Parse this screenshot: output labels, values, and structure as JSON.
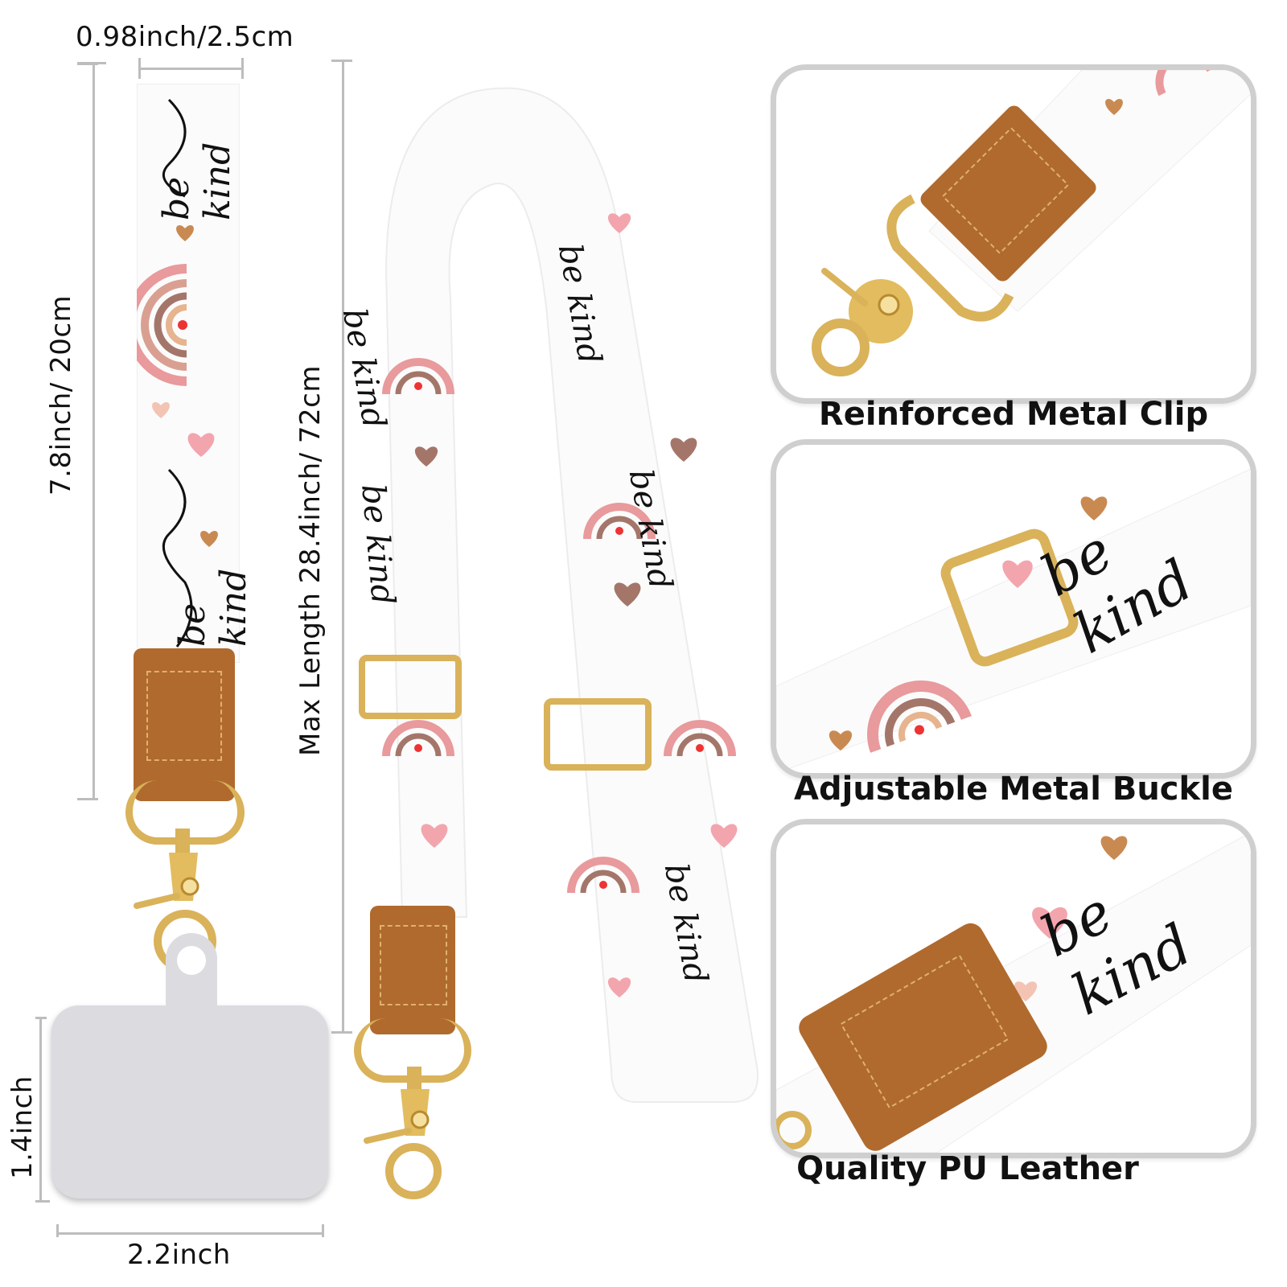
{
  "dimensions": {
    "wristlet_width": "0.98inch/2.5cm",
    "wristlet_length": "7.8inch/ 20cm",
    "lanyard_length": "Max Length 28.4inch/ 72cm",
    "card_height": "1.4inch",
    "card_width": "2.2inch"
  },
  "strap_text": "be kind",
  "features": [
    {
      "label": "Reinforced Metal Clip",
      "icon": "metal-clip"
    },
    {
      "label": "Adjustable Metal Buckle",
      "icon": "metal-buckle"
    },
    {
      "label": "Quality PU Leather",
      "icon": "pu-leather"
    }
  ],
  "colors": {
    "leather": "#b06a2e",
    "gold": "#d9b25a",
    "rainbow_pink": "#e89a9c",
    "rainbow_brown": "#a4766a",
    "heart_pink": "#f3a5ad",
    "heart_tan": "#c98a52",
    "panel_border": "#cfcfcf",
    "card": "#dcdbe0"
  }
}
